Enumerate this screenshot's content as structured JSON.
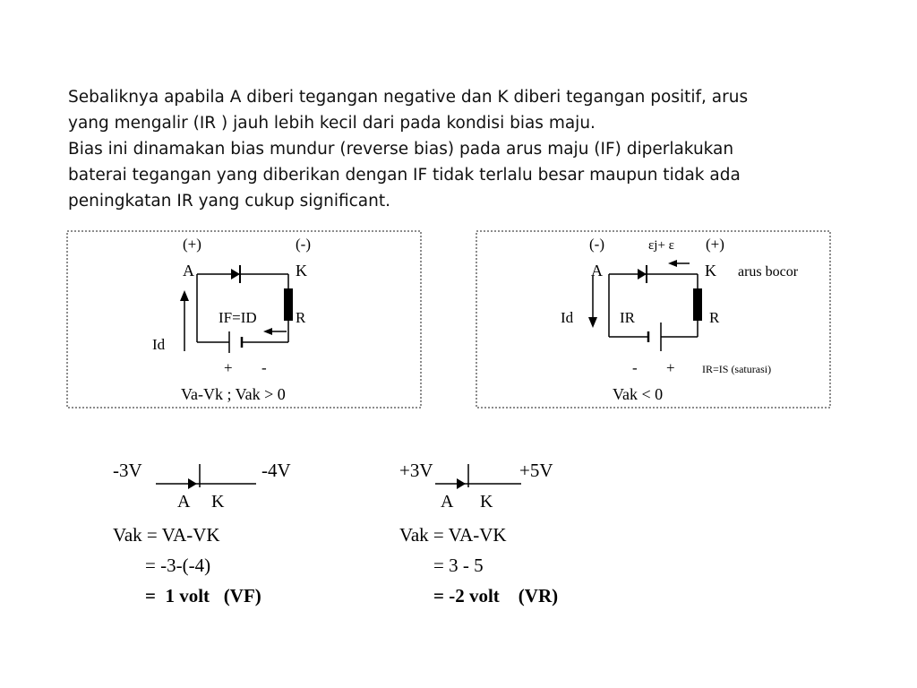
{
  "paragraph": {
    "lines": [
      "Sebaliknya apabila A diberi tegangan negative dan K diberi tegangan positif, arus",
      "yang mengalir (IR ) jauh lebih kecil dari pada kondisi bias maju.",
      "Bias ini dinamakan bias mundur (reverse bias) pada arus maju (IF) diperlakukan",
      "baterai tegangan yang diberikan dengan IF tidak terlalu besar maupun tidak ada",
      "peningkatan IR yang cukup significant."
    ]
  },
  "forward_circuit": {
    "anode_sign": "(+)",
    "cathode_sign": "(-)",
    "anode_label": "A",
    "cathode_label": "K",
    "current_label": "IF=ID",
    "resistor_label": "R",
    "side_current_label": "Id",
    "battery_plus": "+",
    "battery_minus": "-",
    "condition": "Va-Vk ; Vak > 0"
  },
  "reverse_circuit": {
    "anode_sign": "(-)",
    "mid_label": "εj+ ε",
    "cathode_sign": "(+)",
    "anode_label": "A",
    "cathode_label": "K",
    "leak_label": "arus bocor",
    "side_current_label": "Id",
    "current_label": "IR",
    "resistor_label": "R",
    "battery_minus": "-",
    "battery_plus": "+",
    "saturation_label": "IR=IS (saturasi)",
    "condition": "Vak < 0"
  },
  "example_forward": {
    "left_voltage": "-3V",
    "right_voltage": "-4V",
    "anode_label": "A",
    "cathode_label": "K",
    "formula": "Vak = VA-VK",
    "step1": "= -3-(-4)",
    "step2": "=  1 volt   (VF)"
  },
  "example_reverse": {
    "left_voltage": "+3V",
    "right_voltage": "+5V",
    "anode_label": "A",
    "cathode_label": "K",
    "formula": "Vak = VA-VK",
    "step1": "= 3 - 5",
    "step2": "= -2 volt    (VR)"
  }
}
